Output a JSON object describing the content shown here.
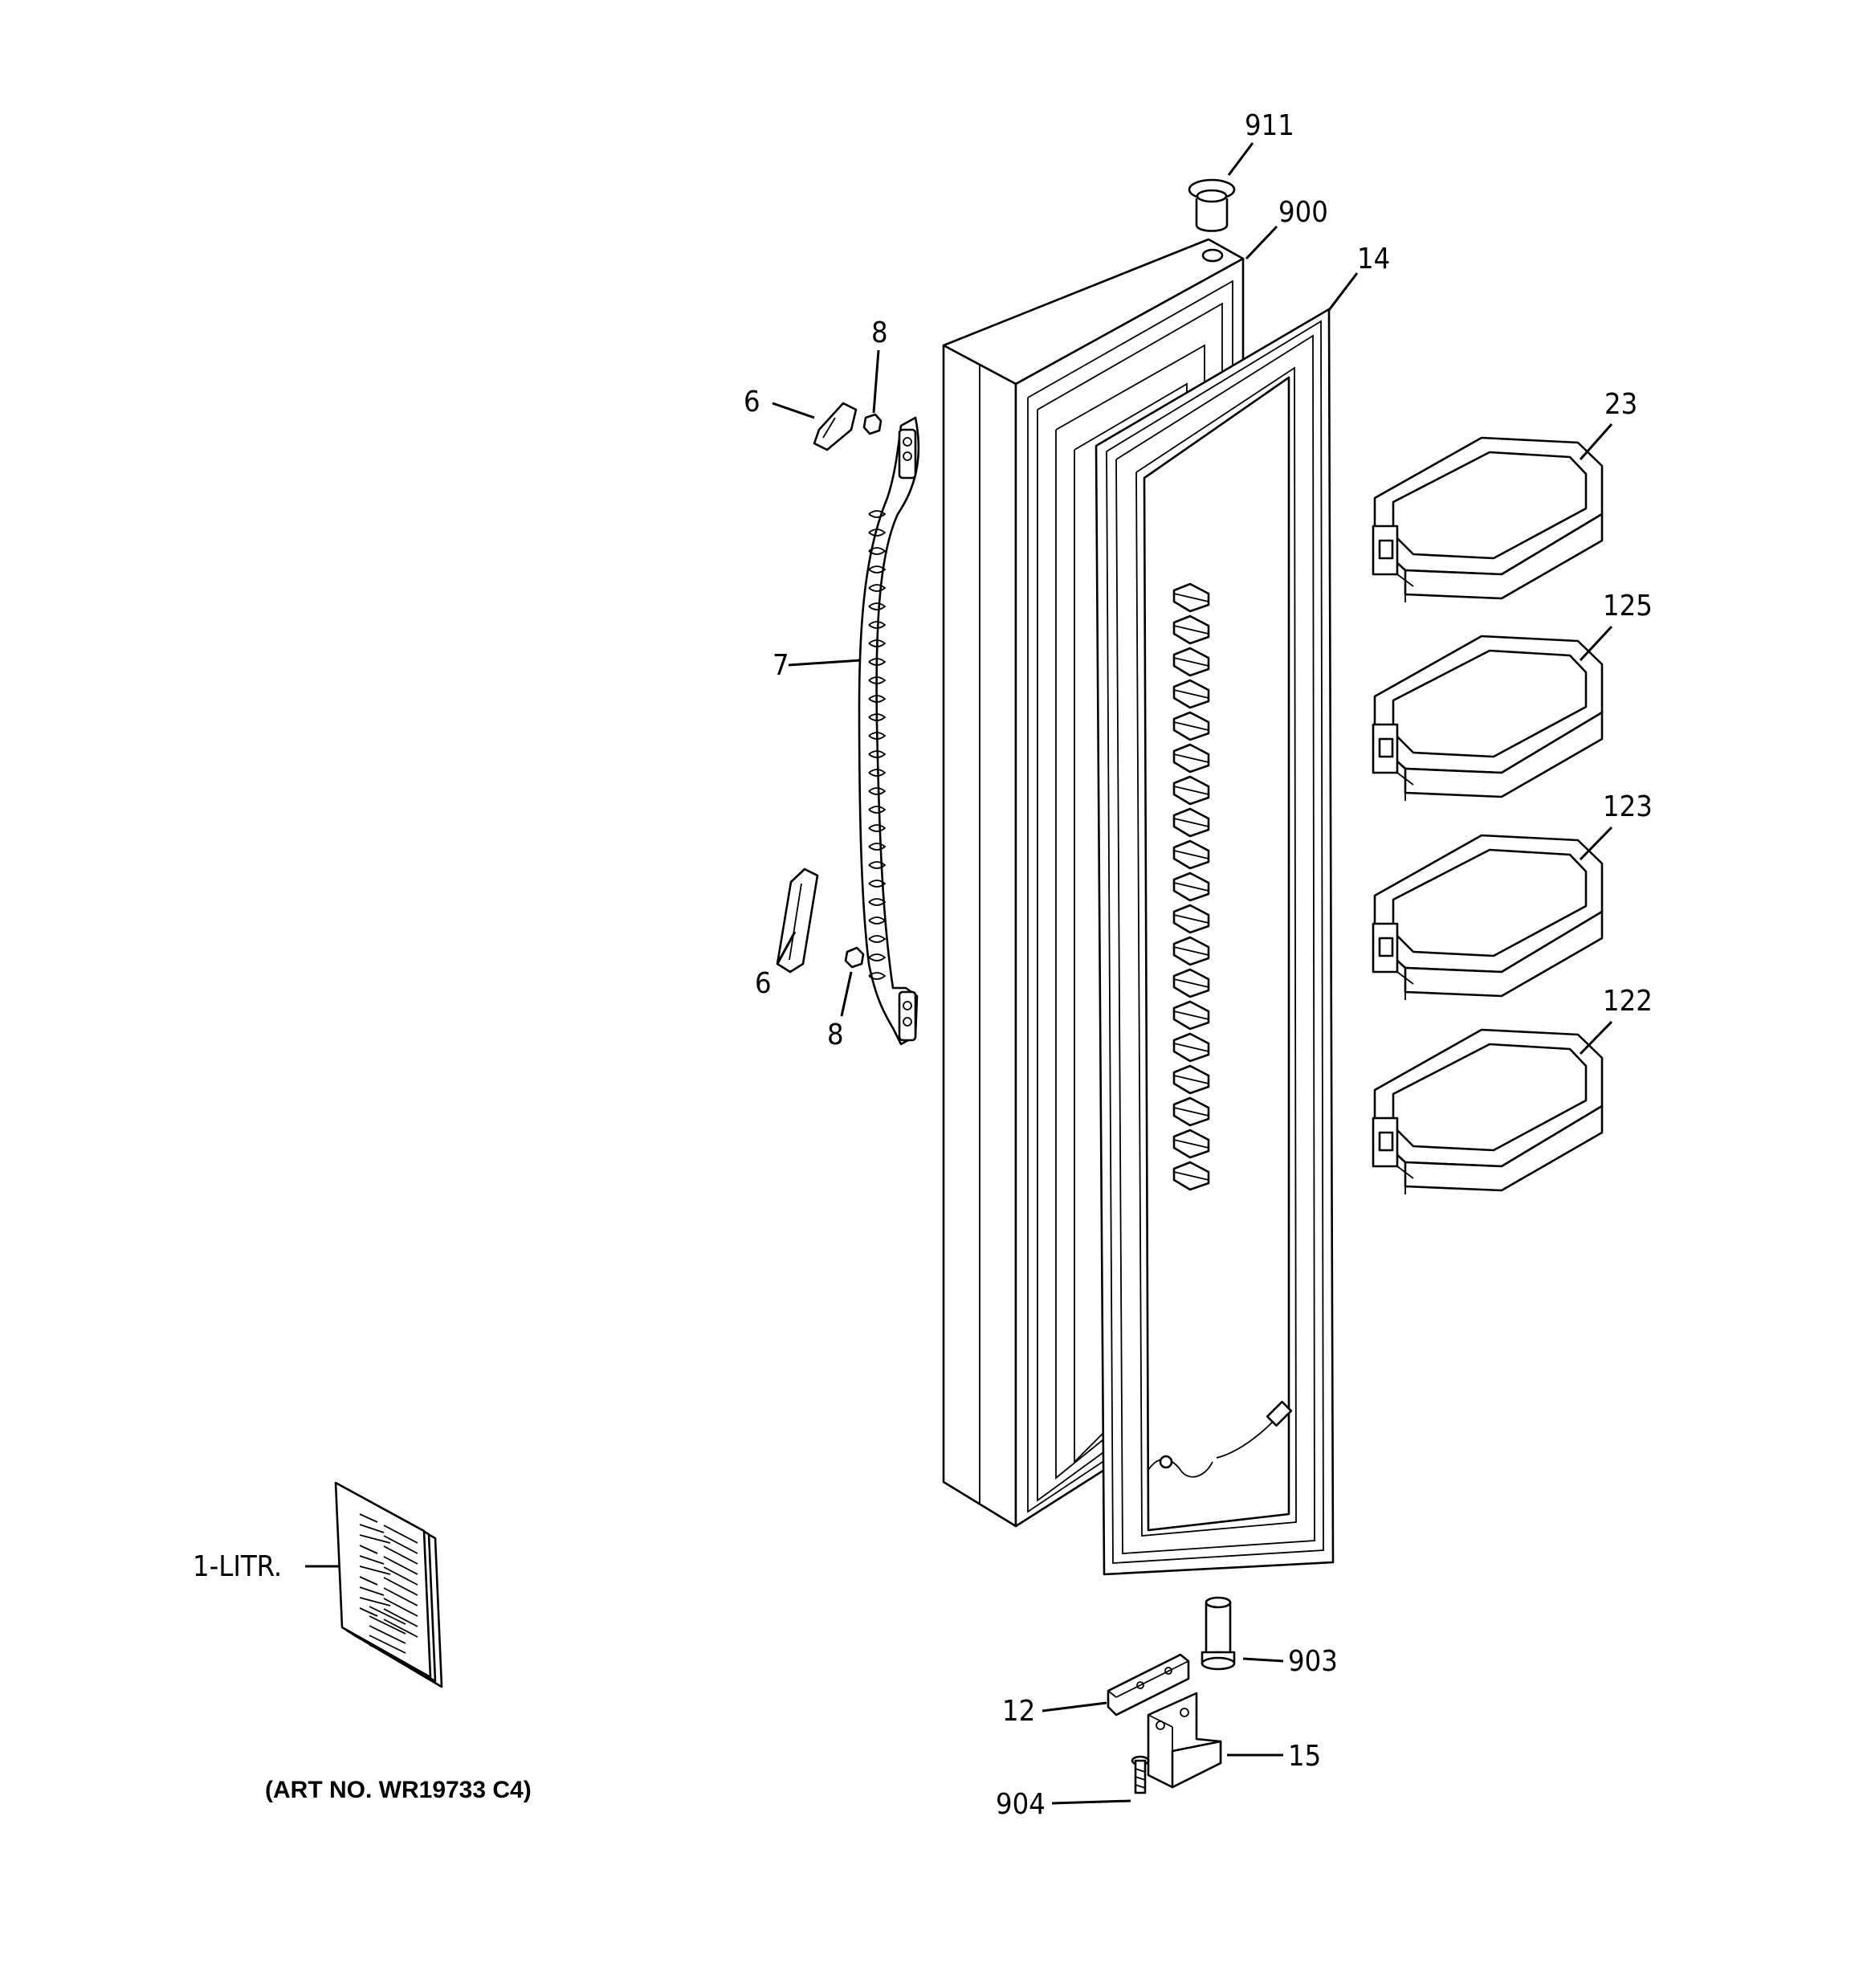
{
  "diagram": {
    "callouts": {
      "p911": "911",
      "p900": "900",
      "p14": "14",
      "p8_top": "8",
      "p6_top": "6",
      "p23": "23",
      "p125": "125",
      "p7": "7",
      "p123": "123",
      "p6_bottom": "6",
      "p8_bottom": "8",
      "p122": "122",
      "p1_litr": "1-LITR.",
      "p903": "903",
      "p12": "12",
      "p15": "15",
      "p904": "904"
    },
    "art_number": "(ART NO. WR19733 C4)"
  }
}
